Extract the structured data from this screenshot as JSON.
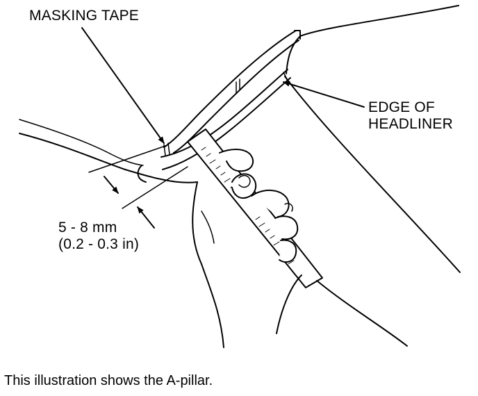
{
  "labels": {
    "masking_tape": "MASKING TAPE",
    "edge_of_headliner": [
      "EDGE OF",
      "HEADLINER"
    ],
    "dimension": [
      "5 - 8 mm",
      "(0.2 - 0.3 in)"
    ]
  },
  "caption": "This illustration shows the A-pillar.",
  "colors": {
    "line": "#000000",
    "background": "#ffffff"
  }
}
